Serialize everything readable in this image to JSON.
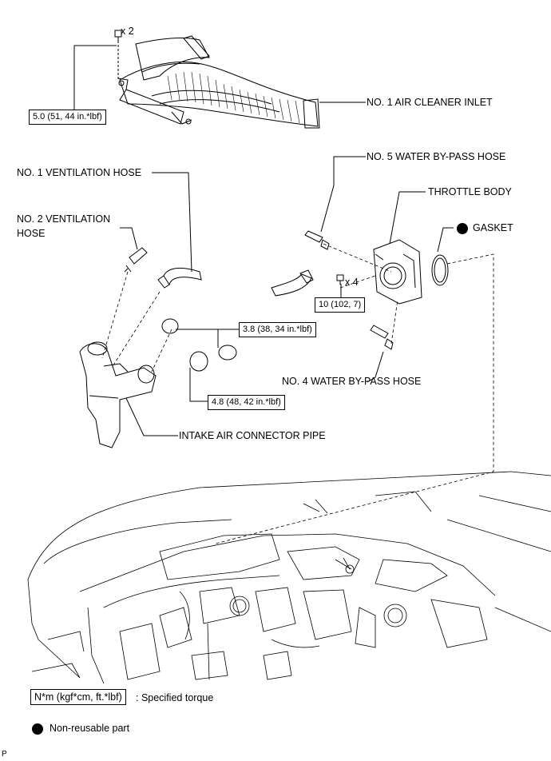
{
  "labels": {
    "air_cleaner_inlet": "NO. 1 AIR CLEANER INLET",
    "water_bypass_5": "NO. 5 WATER BY-PASS HOSE",
    "ventilation_1": "NO. 1 VENTILATION HOSE",
    "throttle_body": "THROTTLE BODY",
    "ventilation_2_line1": "NO. 2 VENTILATION",
    "ventilation_2_line2": "HOSE",
    "gasket": "GASKET",
    "water_bypass_4": "NO. 4 WATER BY-PASS HOSE",
    "intake_pipe": "INTAKE AIR CONNECTOR PIPE"
  },
  "quantities": {
    "bolts_inlet": "x 2",
    "bolts_throttle": "x 4"
  },
  "torques": {
    "inlet": "5.0 (51, 44 in.*lbf)",
    "throttle": "10 (102, 7)",
    "clamp_a": "3.8 (38, 34 in.*lbf)",
    "clamp_b": "4.8 (48, 42 in.*lbf)"
  },
  "legend": {
    "torque_unit": "N*m (kgf*cm, ft.*lbf)",
    "torque_desc": ": Specified torque",
    "non_reusable": "Non-reusable part"
  },
  "corner_mark": "P"
}
